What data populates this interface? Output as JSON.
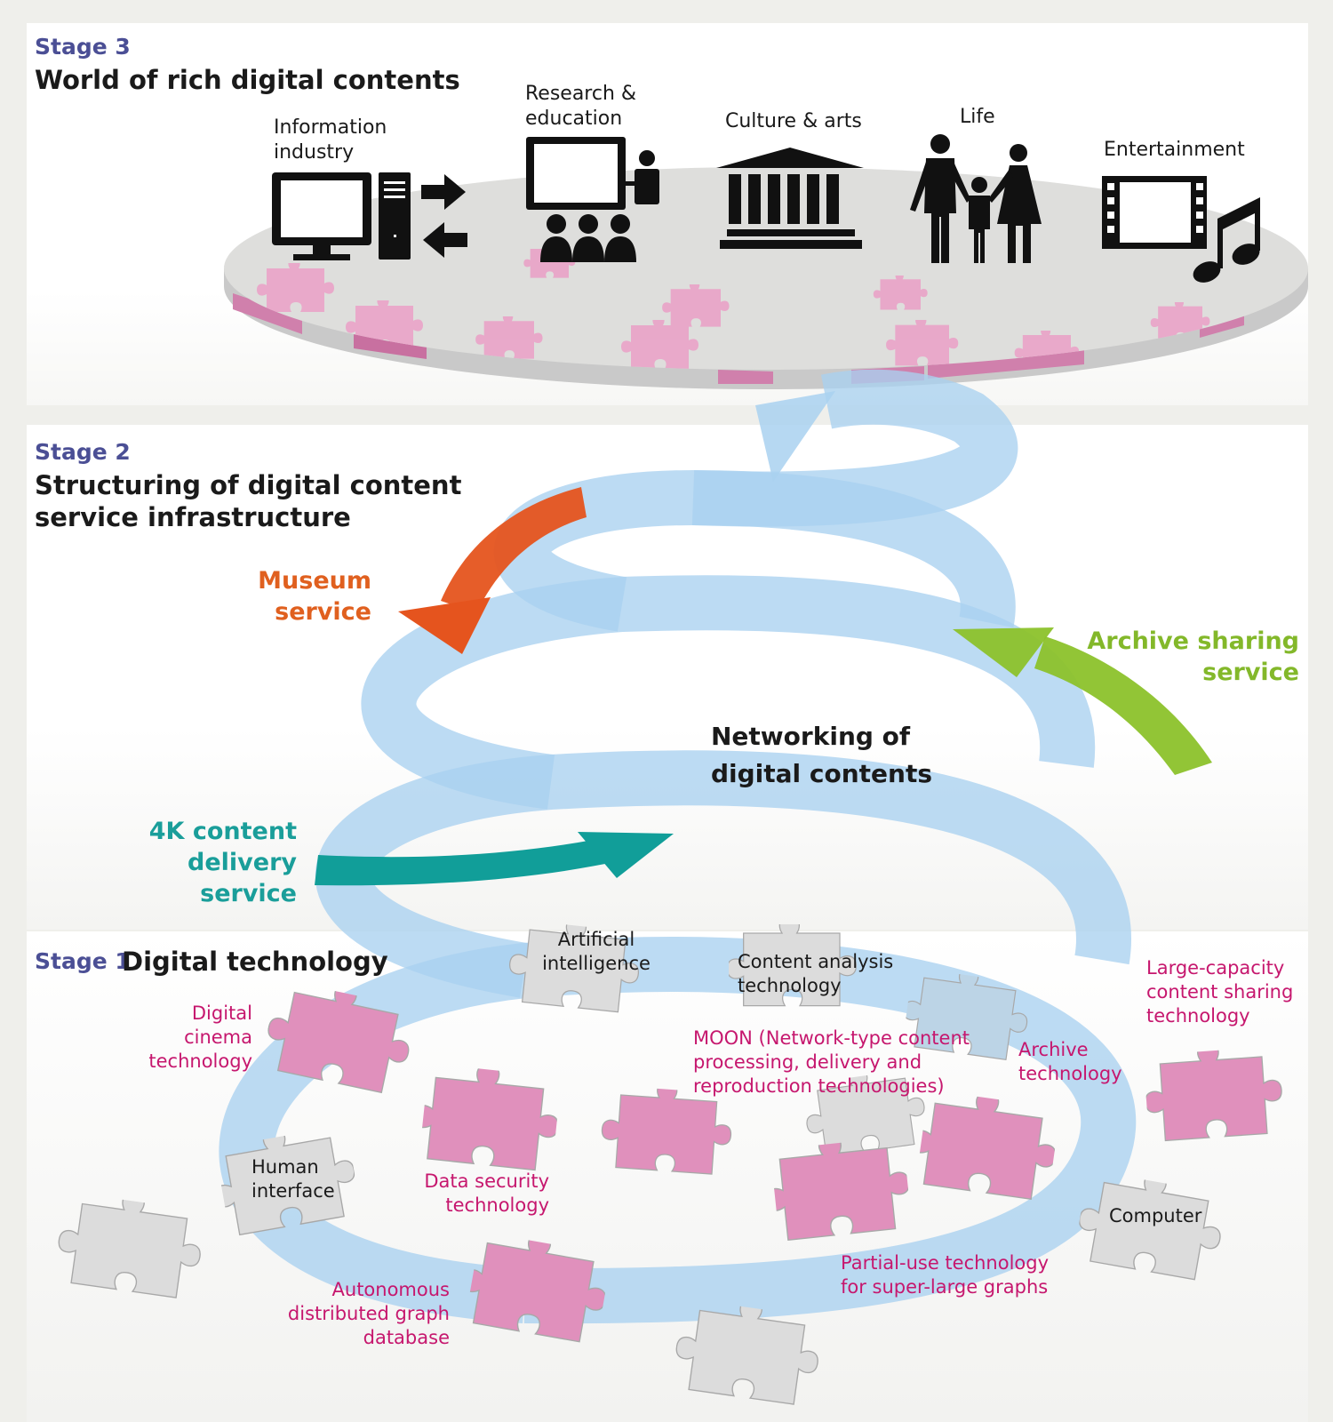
{
  "stage3": {
    "label": "Stage 3",
    "title": "World of rich digital contents",
    "categories": {
      "information_industry": "Information\nindustry",
      "research_education": "Research &\neducation",
      "culture_arts": "Culture & arts",
      "life": "Life",
      "entertainment": "Entertainment"
    }
  },
  "stage2": {
    "label": "Stage 2",
    "title": "Structuring of digital content\nservice infrastructure",
    "center_label": "Networking of\ndigital contents",
    "services": {
      "museum": "Museum\nservice",
      "archive_sharing": "Archive sharing\nservice",
      "delivery_4k": "4K content\ndelivery service"
    }
  },
  "stage1": {
    "label": "Stage 1",
    "title": "Digital technology",
    "technologies": {
      "artificial_intelligence": "Artificial\nintelligence",
      "content_analysis": "Content analysis\ntechnology",
      "large_capacity": "Large-capacity\ncontent sharing\ntechnology",
      "digital_cinema": "Digital\ncinema\ntechnology",
      "moon": "MOON (Network-type content\nprocessing, delivery and\nreproduction technologies)",
      "archive": "Archive\ntechnology",
      "human_interface": "Human\ninterface",
      "data_security": "Data security\ntechnology",
      "computer": "Computer",
      "partial_use": "Partial-use technology\nfor super-large graphs",
      "autonomous_db": "Autonomous\ndistributed graph\ndatabase"
    }
  },
  "colors": {
    "stage_label": "#4b4f95",
    "puzzle_pink": "#e090bc",
    "puzzle_gray": "#dcdcdc",
    "spiral_blue": "#a9d1f0",
    "museum_orange": "#e5541e",
    "archive_green": "#8cc22b",
    "delivery_teal": "#119e99",
    "tech_label_pink": "#c6176e"
  }
}
